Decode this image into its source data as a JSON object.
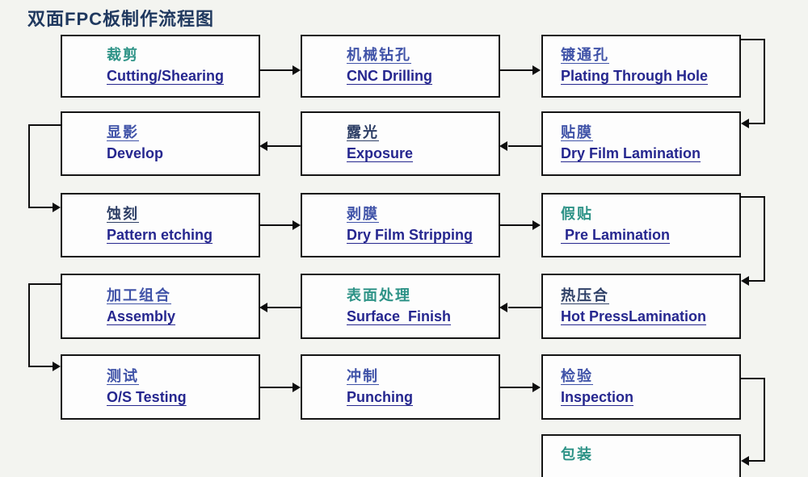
{
  "title": "双面FPC板制作流程图",
  "colors": {
    "title": "#20395f",
    "english_text": "#26278f",
    "chinese_teal": "#2e9387",
    "chinese_blue": "#4053a8",
    "chinese_dark": "#2e3f66",
    "box_border": "#151515",
    "background": "#f3f4f0"
  },
  "boxes": [
    {
      "zh": "裁剪",
      "en": "Cutting/Shearing",
      "zh_color": "teal",
      "en_style": "u"
    },
    {
      "zh": "机械钻孔",
      "en": "CNC Drilling",
      "zh_color": "blue",
      "en_style": "u"
    },
    {
      "zh": "镀通孔",
      "en": "Plating Through Hole",
      "zh_color": "blue",
      "en_style": "u"
    },
    {
      "zh": "显影",
      "en": "Develop",
      "zh_color": "blue",
      "en_style": "nu"
    },
    {
      "zh": "露光",
      "en": "Exposure",
      "zh_color": "dark",
      "en_style": "u"
    },
    {
      "zh": "贴膜",
      "en": "Dry Film Lamination",
      "zh_color": "blue",
      "en_style": "u"
    },
    {
      "zh": "蚀刻",
      "en": "Pattern etching",
      "zh_color": "dark",
      "en_style": "u"
    },
    {
      "zh": "剥膜",
      "en": "Dry Film Stripping",
      "zh_color": "blue",
      "en_style": "u"
    },
    {
      "zh": "假贴",
      "en": " Pre Lamination",
      "zh_color": "teal",
      "en_style": "u"
    },
    {
      "zh": "加工组合",
      "en": "Assembly",
      "zh_color": "blue",
      "en_style": "u"
    },
    {
      "zh": "表面处理",
      "en": "Surface  Finish",
      "zh_color": "teal",
      "en_style": "u"
    },
    {
      "zh": "热压合",
      "en": "Hot PressLamination",
      "zh_color": "dark",
      "en_style": "u"
    },
    {
      "zh": "测试",
      "en": "O/S Testing",
      "zh_color": "blue",
      "en_style": "u"
    },
    {
      "zh": "冲制",
      "en": "Punching",
      "zh_color": "blue",
      "en_style": "u"
    },
    {
      "zh": "检验",
      "en": "Inspection",
      "zh_color": "blue",
      "en_style": "u"
    },
    {
      "zh": "包装",
      "en": "",
      "zh_color": "teal",
      "en_style": "nu"
    }
  ],
  "flow_order": [
    "裁剪 Cutting/Shearing",
    "机械钻孔 CNC Drilling",
    "镀通孔 Plating Through Hole",
    "贴膜 Dry Film Lamination",
    "露光 Exposure",
    "显影 Develop",
    "蚀刻 Pattern etching",
    "剥膜 Dry Film Stripping",
    "假贴 Pre Lamination",
    "热压合 Hot PressLamination",
    "表面处理 Surface Finish",
    "加工组合 Assembly",
    "测试 O/S Testing",
    "冲制 Punching",
    "检验 Inspection",
    "包装"
  ]
}
